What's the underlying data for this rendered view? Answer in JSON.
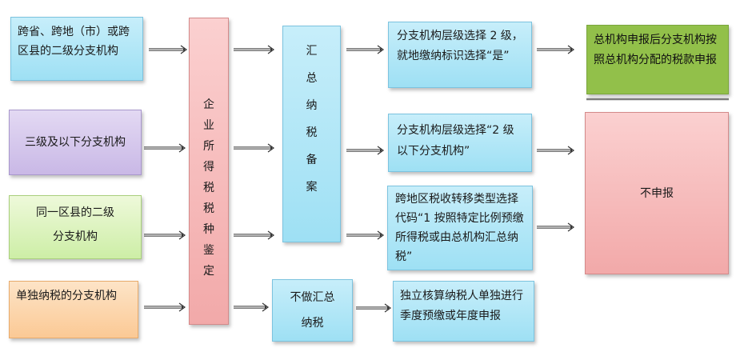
{
  "left": {
    "cross_region": "跨省、跨地（市）或跨区县的二级分支机构",
    "third_level": "三级及以下分支机构",
    "same_county_line1": "同一区县的二级",
    "same_county_line2": "分支机构",
    "independent": "单独纳税的分支机构"
  },
  "identification": [
    "企",
    "业",
    "所",
    "得",
    "税",
    "税",
    "种",
    "鉴",
    "定"
  ],
  "summary_filing": [
    "汇",
    "总",
    "纳",
    "税",
    "备",
    "案"
  ],
  "no_summary_line1": "不做汇总",
  "no_summary_line2": "纳税",
  "middle": {
    "level2": "分支机构层级选择 2 级，就地缴纳标识选择“是”",
    "level_below2": "分支机构层级选择“2 级以下分支机构”",
    "cross_region_transfer": "跨地区税收转移类型选择代码“1 按照特定比例预缴所得税或由总机构汇总纳税”",
    "independent_declare": "独立核算纳税人单独进行季度预缴或年度申报"
  },
  "right": {
    "hq_declare": "总机构申报后分支机构按照总机构分配的税款申报",
    "no_declare": "不申报"
  }
}
